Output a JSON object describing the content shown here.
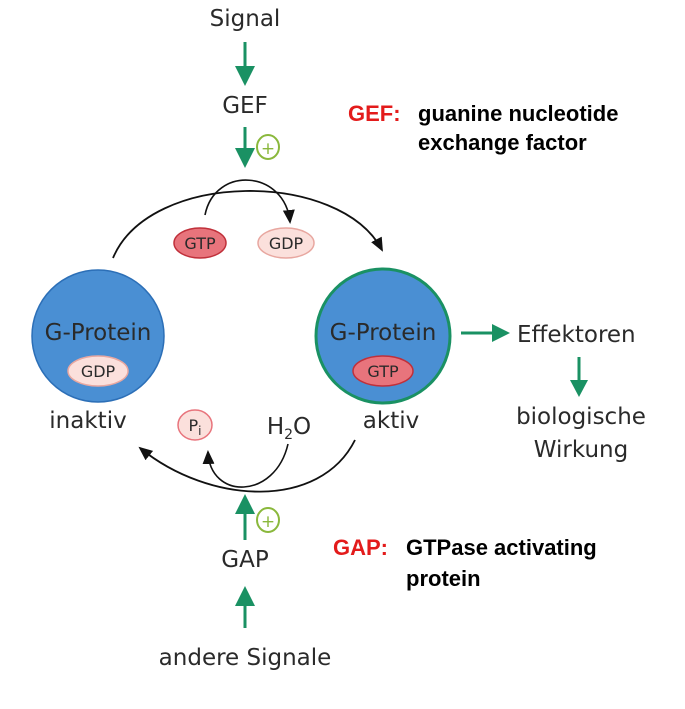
{
  "labels": {
    "signal": "Signal",
    "gef": "GEF",
    "gap": "GAP",
    "other_signals": "andere Signale",
    "inactive": "inaktiv",
    "active": "aktiv",
    "effectors": "Effektoren",
    "bio_effect_line1": "biologische",
    "bio_effect_line2": "Wirkung",
    "water_h": "H",
    "water_sub": "2",
    "water_o": "O",
    "pi_p": "P",
    "pi_sub": "i",
    "plus_sign": "+"
  },
  "nodes": {
    "left_protein": {
      "title": "G-Protein",
      "badge": "GDP"
    },
    "right_protein": {
      "title": "G-Protein",
      "badge": "GTP"
    },
    "exchange_in": "GTP",
    "exchange_out": "GDP"
  },
  "definitions": {
    "gef": {
      "key": "GEF:",
      "line1": "guanine nucleotide",
      "line2": "exchange factor"
    },
    "gap": {
      "key": "GAP:",
      "line1": "GTPase activating",
      "line2": "protein"
    }
  },
  "colors": {
    "green": "#1a9163",
    "blue": "#4a8fd3",
    "red_key": "#e31b1b",
    "gtp_fill": "#e8747c",
    "gdp_fill": "#fbe0dc",
    "dark_red_stroke": "#c0303a",
    "plus_green": "#8ab83c"
  }
}
